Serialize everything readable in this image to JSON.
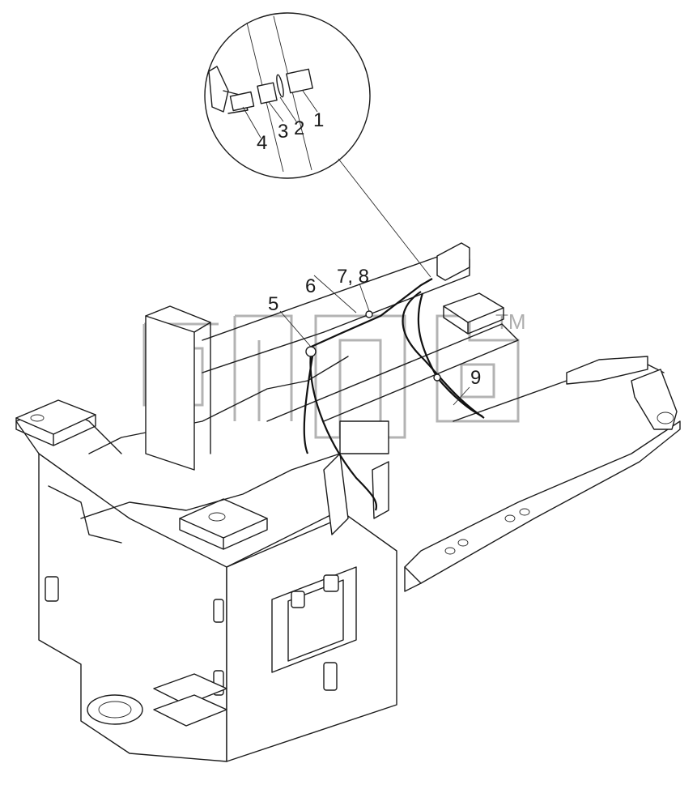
{
  "callouts": {
    "c1": "1",
    "c2": "2",
    "c3": "3",
    "c4": "4",
    "c5": "5",
    "c6": "6",
    "c78": "7, 8",
    "c9": "9"
  },
  "watermark": {
    "trademark": "TM"
  },
  "colors": {
    "line": "#1c1c1c",
    "watermark": "#9a9a9a",
    "background": "#ffffff"
  }
}
